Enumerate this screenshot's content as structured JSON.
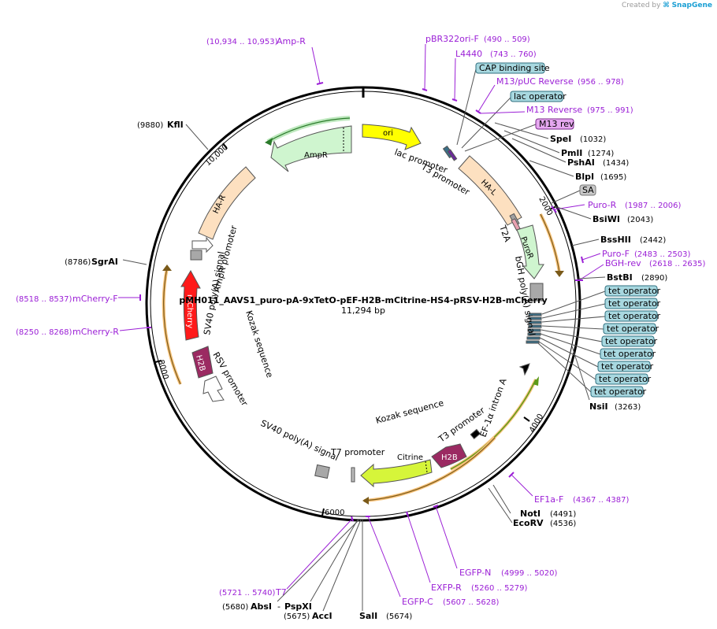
{
  "app": {
    "credit_prefix": "Created by",
    "credit_brand": "SnapGene"
  },
  "plasmid": {
    "name": "pMH011_AAVS1_puro-pA-9xTetO-pEF-H2B-mCitrine-HS4-pRSV-H2B-mCherry",
    "size_label": "11,294 bp",
    "length": 11294
  },
  "ticks": [
    "2000",
    "4000",
    "6000",
    "8000",
    "10,000"
  ],
  "features": [
    {
      "name": "AmpR",
      "color": "#cff5cf"
    },
    {
      "name": "ori",
      "color": "#ffff00"
    },
    {
      "name": "HA-L",
      "color": "#fde0c0"
    },
    {
      "name": "PuroR",
      "color": "#cff5cf"
    },
    {
      "name": "HA-R",
      "color": "#fde0c0"
    },
    {
      "name": "mCherry",
      "color": "#ff1a1a"
    },
    {
      "name": "H2B",
      "color": "#9b2a62"
    },
    {
      "name": "H2B",
      "color": "#9b2a62"
    },
    {
      "name": "Citrine",
      "color": "#d6f53a"
    }
  ],
  "feature_labels": [
    "lac promoter",
    "T3 promoter",
    "T2A",
    "bGH poly(A) signal",
    "EF-1α intron A",
    "T3 promoter",
    "Kozak sequence",
    "T7 promoter",
    "SV40 poly(A) signal",
    "RSV promoter",
    "Kozak sequence",
    "SV40 poly(A) signal",
    "AmpR promoter"
  ],
  "boxed_features": [
    "CAP binding site",
    "lac operator",
    "M13 rev",
    "SA",
    "tet operator",
    "tet operator",
    "tet operator",
    "tet operator",
    "tet operator",
    "tet operator",
    "tet operator",
    "tet operator",
    "tet operator"
  ],
  "primers": [
    {
      "name": "Amp-R",
      "pos": "(10,934 .. 10,953)"
    },
    {
      "name": "pBR322ori-F",
      "pos": "(490 .. 509)"
    },
    {
      "name": "L4440",
      "pos": "(743 .. 760)"
    },
    {
      "name": "M13/pUC Reverse",
      "pos": "(956 .. 978)"
    },
    {
      "name": "M13 Reverse",
      "pos": "(975 .. 991)"
    },
    {
      "name": "Puro-R",
      "pos": "(1987 .. 2006)"
    },
    {
      "name": "Puro-F",
      "pos": "(2483 .. 2503)"
    },
    {
      "name": "BGH-rev",
      "pos": "(2618 .. 2635)"
    },
    {
      "name": "EF1a-F",
      "pos": "(4367 .. 4387)"
    },
    {
      "name": "EGFP-N",
      "pos": "(4999 .. 5020)"
    },
    {
      "name": "EXFP-R",
      "pos": "(5260 .. 5279)"
    },
    {
      "name": "EGFP-C",
      "pos": "(5607 .. 5628)"
    },
    {
      "name": "T7",
      "pos": "(5721 .. 5740)"
    },
    {
      "name": "mCherry-F",
      "pos": "(8518 .. 8537)"
    },
    {
      "name": "mCherry-R",
      "pos": "(8250 .. 8268)"
    }
  ],
  "enzymes": [
    {
      "name": "SpeI",
      "pos": "(1032)"
    },
    {
      "name": "PmlI",
      "pos": "(1274)"
    },
    {
      "name": "PshAI",
      "pos": "(1434)"
    },
    {
      "name": "BlpI",
      "pos": "(1695)"
    },
    {
      "name": "BsiWI",
      "pos": "(2043)"
    },
    {
      "name": "BssHII",
      "pos": "(2442)"
    },
    {
      "name": "BstBI",
      "pos": "(2890)"
    },
    {
      "name": "NsiI",
      "pos": "(3263)"
    },
    {
      "name": "NotI",
      "pos": "(4491)"
    },
    {
      "name": "EcoRV",
      "pos": "(4536)"
    },
    {
      "name": "SalI",
      "pos": "(5674)"
    },
    {
      "name": "AccI",
      "pos": "(5675)"
    },
    {
      "name": "AbsI",
      "pos": "(5680)"
    },
    {
      "name": "PspXI",
      "pos": ""
    },
    {
      "name": "SgrAI",
      "pos": "(8786)"
    },
    {
      "name": "KflI",
      "pos": "(9880)"
    }
  ],
  "colors": {
    "backbone": "#000000",
    "primer": "#9b1fd6",
    "orf": "#ff9900",
    "box_fill": "#a8d8e0",
    "box_stroke": "#2f6f7f",
    "m13_fill": "#e6a8f0",
    "sa_fill": "#c8c8c8"
  }
}
